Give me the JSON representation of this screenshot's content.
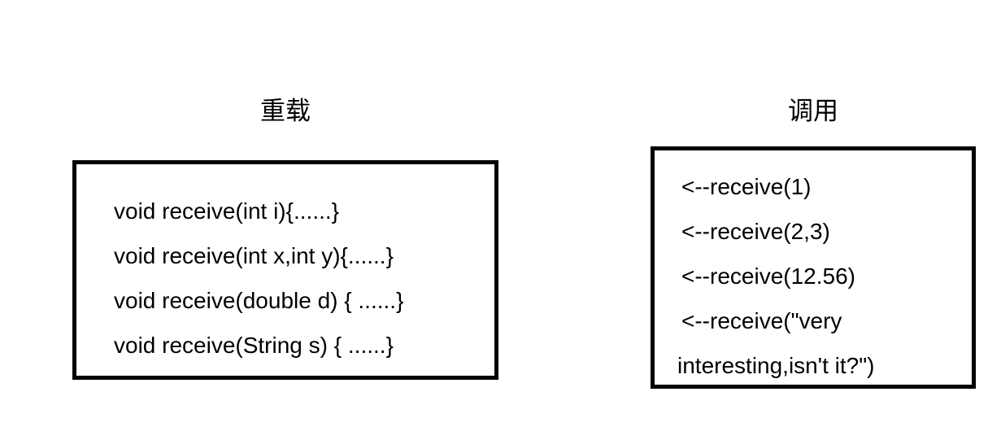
{
  "page": {
    "background_color": "#ffffff",
    "text_color": "#000000",
    "border_color": "#000000"
  },
  "panels": {
    "overload": {
      "title": "重载",
      "lines": [
        "void receive(int i){......}",
        "void receive(int x,int y){......}",
        "void receive(double d) { ......}",
        "void receive(String s) { ......}"
      ]
    },
    "invoke": {
      "title": "调用",
      "lines": [
        "<--receive(1)",
        "<--receive(2,3)",
        "<--receive(12.56)",
        "<--receive(\"very",
        "interesting,isn't it?\")"
      ]
    }
  }
}
